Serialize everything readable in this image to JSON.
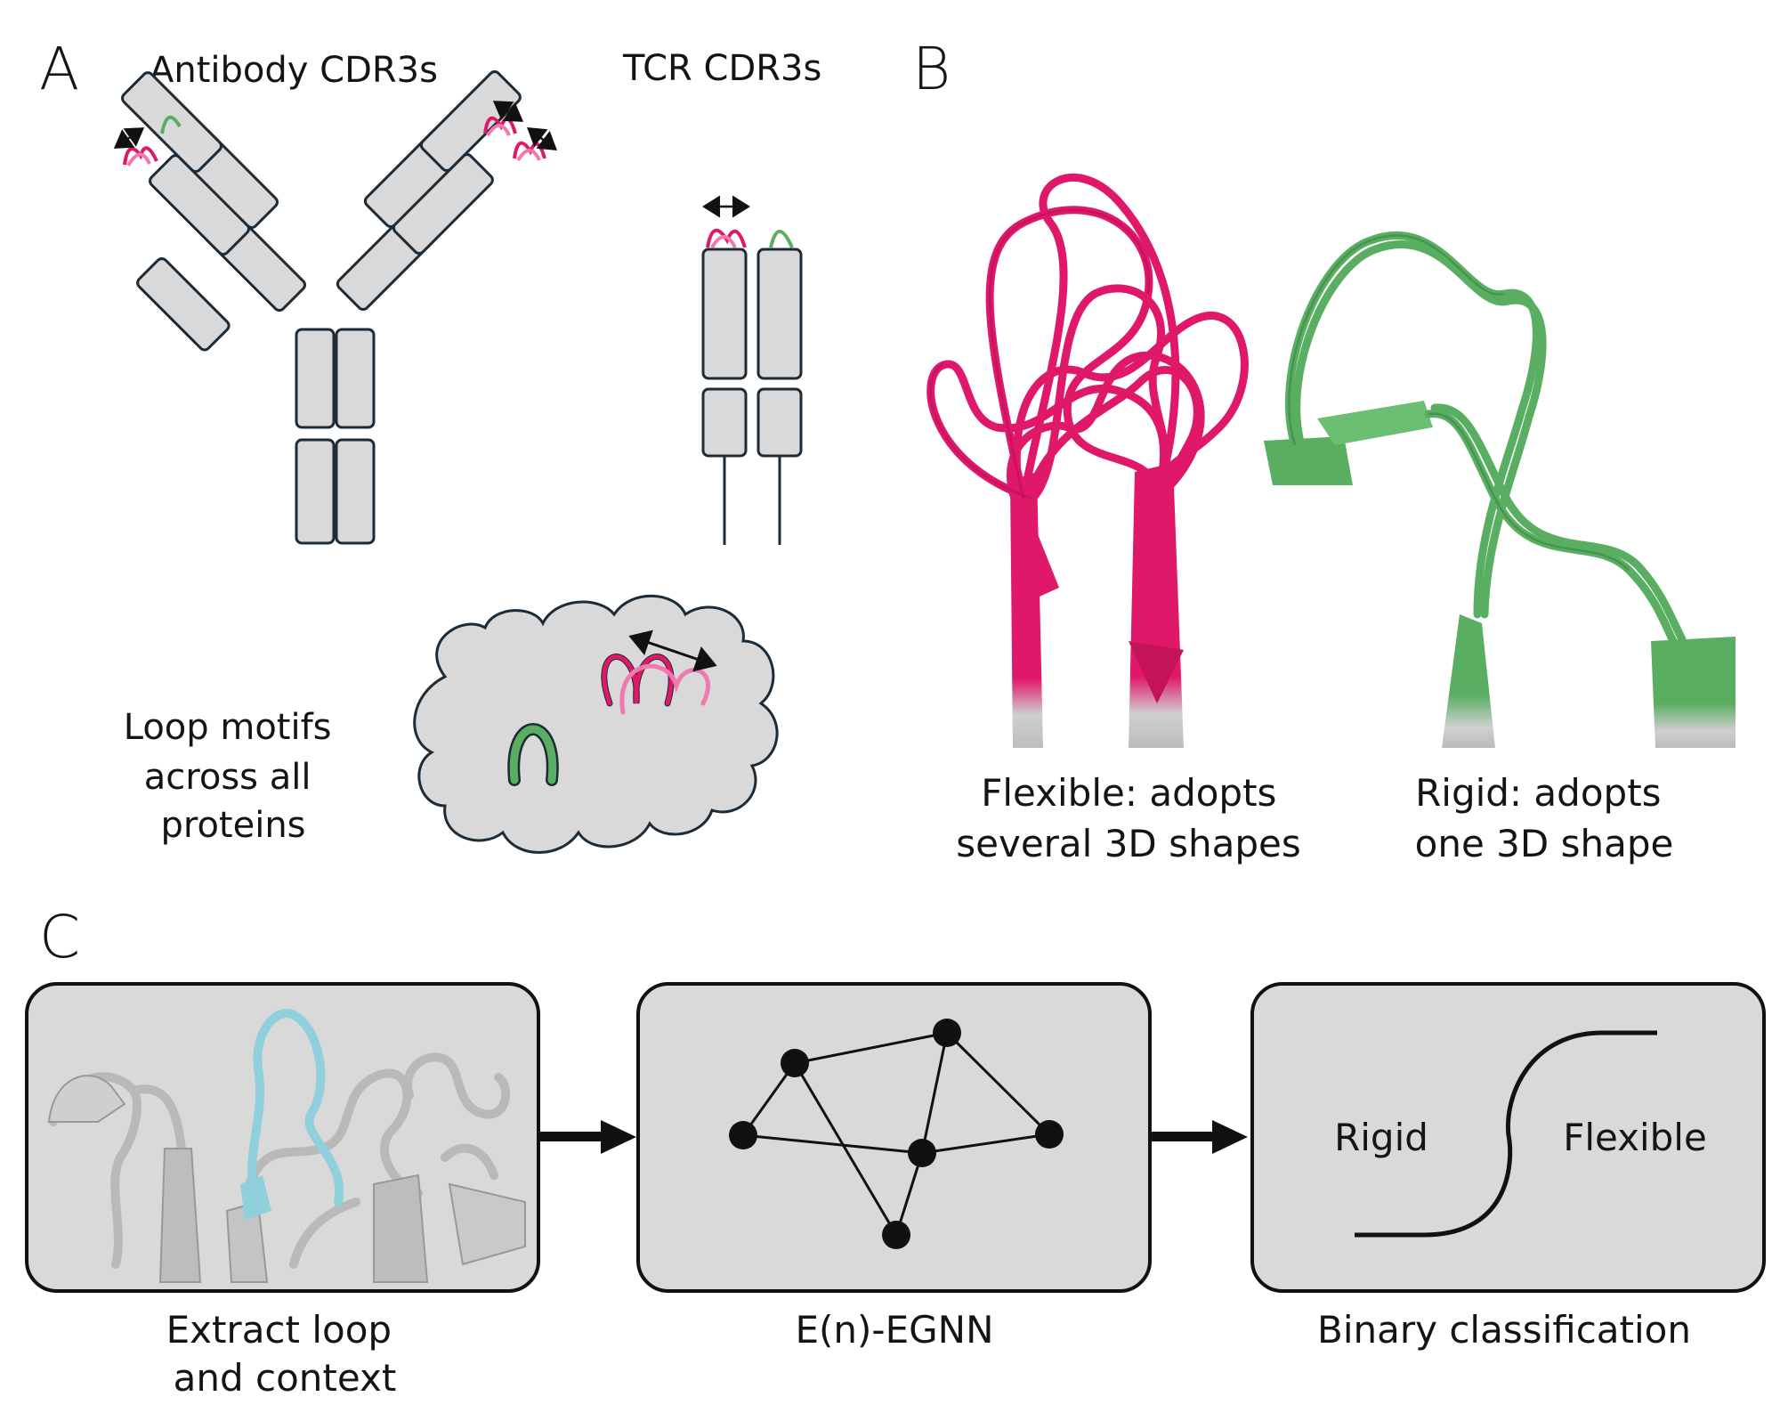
{
  "panels": {
    "a": {
      "letter": "A",
      "antibody_title": "Antibody CDR3s",
      "tcr_title": "TCR CDR3s",
      "loop_text": [
        "Loop motifs",
        "across all",
        "proteins"
      ]
    },
    "b": {
      "letter": "B",
      "flexible_caption": [
        "Flexible: adopts",
        "several 3D shapes"
      ],
      "rigid_caption": [
        "Rigid:  adopts",
        "one 3D shape"
      ]
    },
    "c": {
      "letter": "C",
      "step1_caption": [
        "Extract loop",
        "and context"
      ],
      "step2_caption": "E(n)-EGNN",
      "step3_caption": "Binary classification",
      "rigid_label": "Rigid",
      "flexible_label": "Flexible"
    }
  },
  "colors": {
    "flexible": "#e0186a",
    "flexible_light": "#f07ab0",
    "rigid": "#5aae62",
    "highlight_loop": "#8fd0dc",
    "domain_fill": "#d9d9d9",
    "outline": "#1c2b36",
    "box_fill": "#d9d9d9"
  },
  "icons": [
    "double-arrow-icon",
    "cloud-icon",
    "arrow-right-icon",
    "sigmoid-icon",
    "graph-icon"
  ]
}
